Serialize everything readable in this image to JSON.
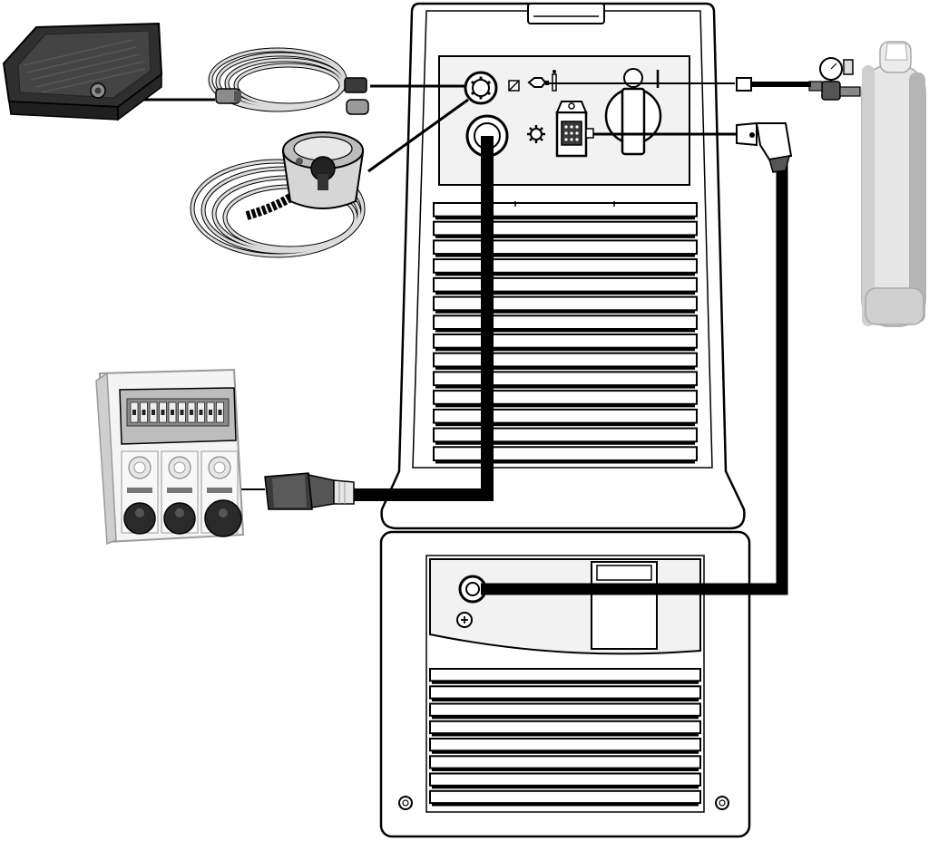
{
  "diagram": {
    "background": "#ffffff",
    "line_color": "#000000",
    "housing_color": "#ffffff",
    "panel_color": "#f2f2f2",
    "device_dark": "#3a3a3a",
    "device_mid": "#8c8c8c",
    "cable_light": "#dcdcdc",
    "cylinder_light": "#e6e6e6",
    "cylinder_shade": "#b5b5b5",
    "components": [
      "foot-pedal-remote",
      "remote-cable",
      "hand-remote-control",
      "distribution-board",
      "mains-plug",
      "welding-machine",
      "cooling-unit",
      "shielding-gas-cylinder",
      "pressure-regulator",
      "interconnect-hose-connector"
    ]
  },
  "welder": {
    "upper_slats": 14,
    "lower_slats": 8
  },
  "power_switch": {
    "symbols": [
      "O",
      "I"
    ]
  },
  "distribution_board": {
    "socket_count": 3,
    "breaker_count": 10
  }
}
